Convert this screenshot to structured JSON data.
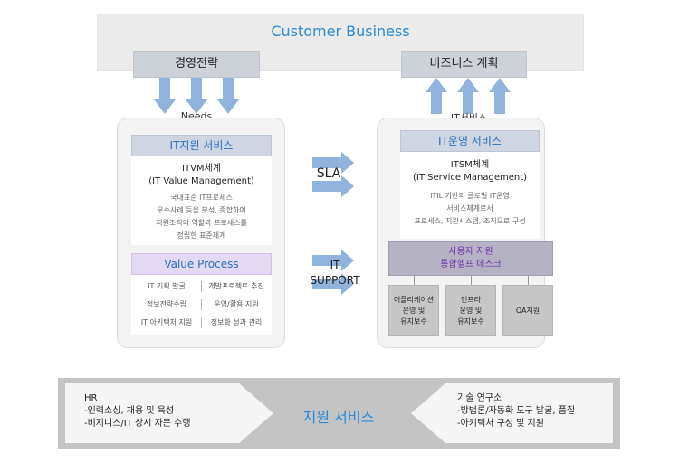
{
  "top": {
    "title": "Customer Business"
  },
  "strategy_label": "경영전략",
  "bizplan_label": "비즈니스 계획",
  "needs_label": "Needs",
  "it_service_label": "IT서비스",
  "it_support_service": {
    "header": "IT지원 서비스",
    "name": "ITVM체계",
    "name_en": "(IT Value Management)",
    "desc": [
      "국내표준 IT프로세스",
      "우수사례 등을 분석, 종합하여",
      "지원조직의 역할과 프로세스를",
      "정립한 표준체계"
    ]
  },
  "value_process": {
    "header": "Value Process",
    "cells": [
      [
        "IT 기획 발굴",
        "개발프로젝트 추진"
      ],
      [
        "정보전략수립",
        "운영/활용 지원"
      ],
      [
        "IT 아키텍처 지원",
        "정보화 성과 관리"
      ]
    ]
  },
  "it_operation_service": {
    "header": "IT운영 서비스",
    "name": "ITSM체계",
    "name_en": "(IT Service Management)",
    "desc": [
      "ITIL 기반의 글로벌 IT운영",
      "서비스체계로서",
      "프로세스, 지원시스템, 조직으로 구성"
    ]
  },
  "user_support": {
    "lines": [
      "사용자 지원",
      "통합헬프 데스크"
    ],
    "boxes": [
      [
        "어플리케이션",
        "운영 및",
        "유지보수"
      ],
      [
        "인프라",
        "운영 및",
        "유지보수"
      ],
      [
        "OA지원"
      ]
    ]
  },
  "arrows": {
    "sla": "SLA",
    "it_support": [
      "IT",
      "SUPPORT"
    ]
  },
  "bottom": {
    "title": "지원 서비스",
    "hr": [
      "HR",
      "-인력소싱, 채용 및 육성",
      "-비지니스/IT 상시 자문 수행"
    ],
    "tech": [
      "기술 연구소",
      "-방법론/자동화 도구 발굴, 품질",
      "-아키텍처 구성 및 지원"
    ]
  },
  "colors": {
    "accent": "#2b8ad6",
    "arrow": "#8fb3dc",
    "purple_text": "#6b2fa8"
  }
}
